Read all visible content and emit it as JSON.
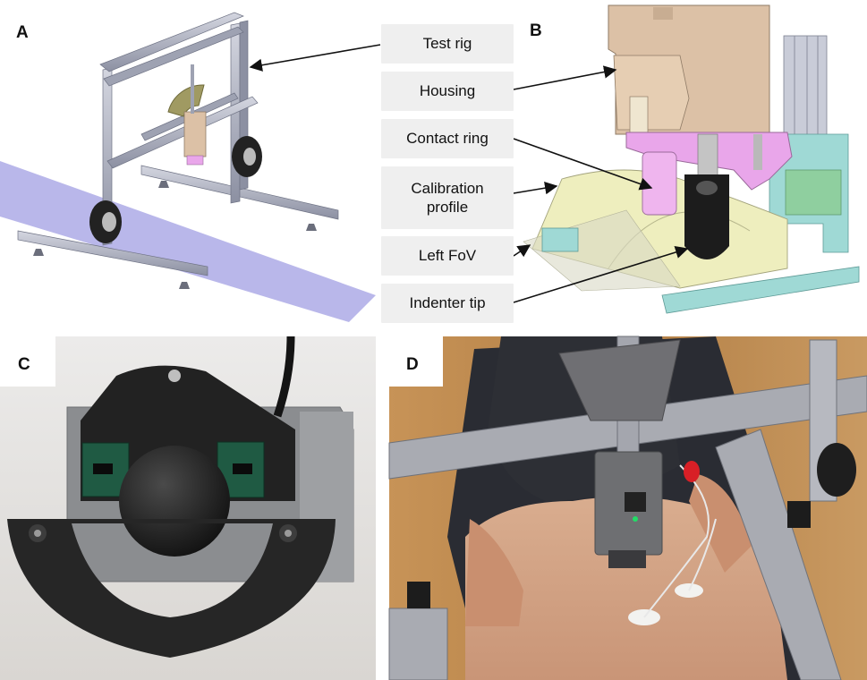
{
  "panels": {
    "a": {
      "letter": "A"
    },
    "b": {
      "letter": "B"
    },
    "c": {
      "letter": "C"
    },
    "d": {
      "letter": "D"
    }
  },
  "callouts": {
    "test_rig": "Test rig",
    "housing": "Housing",
    "contact_ring": "Contact ring",
    "calibration_profile_line1": "Calibration",
    "calibration_profile_line2": "profile",
    "left_fov": "Left FoV",
    "indenter_tip": "Indenter tip"
  },
  "colors": {
    "floor": "#b9b7ea",
    "frame": "#a9adbd",
    "housing": "#dcc1a6",
    "contact_ring": "#e9a6ea",
    "calibration": "#eeeebe",
    "mount": "#9fd9d5",
    "photo_black": "#1c1c1c",
    "wood": "#b9874f"
  }
}
